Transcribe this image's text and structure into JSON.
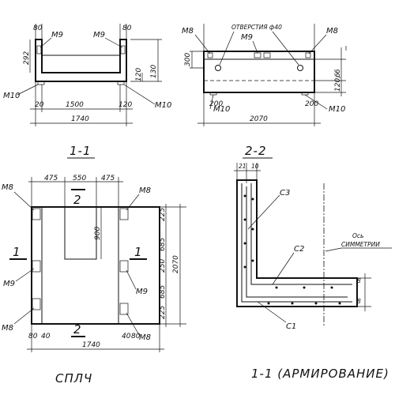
{
  "labels": {
    "m9": "M9",
    "m8": "M8",
    "m10": "M10",
    "hole": "ОТВЕРСТИЯ ф40",
    "c1": "С1",
    "c2": "С2",
    "c3": "С3",
    "axis1": "Ось",
    "axis2": "СИММЕТРИИ",
    "sec1": "1",
    "sec2": "2"
  },
  "captions": {
    "view11": "1-1",
    "view22": "2-2",
    "plan": "СПЛЧ",
    "rebar": "1-1 (АРМИРОВАНИЕ)"
  },
  "dims": {
    "d80": "80",
    "d292": "292",
    "d20": "20",
    "d120": "120",
    "d130": "130",
    "d1500": "1500",
    "d1740": "1740",
    "d300": "300",
    "d200": "200",
    "d2070": "2070",
    "d475": "475",
    "d550": "550",
    "d900": "900",
    "d225": "225",
    "d685": "685",
    "d250": "250",
    "d40": "40",
    "d21": "21",
    "d10": "10",
    "d8": "8",
    "d6": "6",
    "d120_6": "120, 6"
  }
}
